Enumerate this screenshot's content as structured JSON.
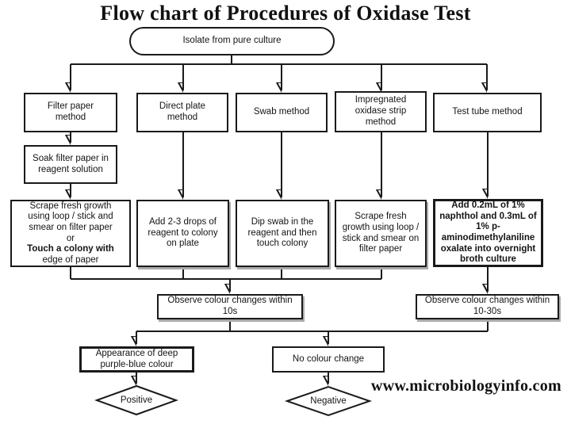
{
  "title": "Flow chart of Procedures of Oxidase Test",
  "watermark": "www.microbiologyinfo.com",
  "colors": {
    "line": "#1a1a1a",
    "background": "#ffffff",
    "shadow": "#ababab"
  },
  "nodes": {
    "start": "Isolate from pure culture",
    "filter_paper_method": "Filter paper\nmethod",
    "direct_plate_method": "Direct plate\nmethod",
    "swab_method": "Swab method",
    "strip_method": "Impregnated\noxidase strip\nmethod",
    "test_tube_method": "Test tube method",
    "soak": "Soak filter paper in\nreagent solution",
    "scrape_filter": {
      "part1": "Scrape fresh growth\nusing loop / stick and\nsmear on filter paper",
      "or": "or",
      "touch": "Touch a colony with",
      "edge": "edge of paper"
    },
    "add_drops": "Add 2-3 drops of\nreagent to colony\non plate",
    "dip_swab": "Dip swab in the\nreagent and then\ntouch colony",
    "scrape_strip": "Scrape fresh\ngrowth using loop /\nstick and smear on\nfilter paper",
    "test_tube_detail": "Add 0.2mL of 1%\nnaphthol and 0.3mL of\n1% p-\naminodimethylaniline\noxalate into overnight\nbroth culture",
    "observe_10s": "Observe colour changes within\n10s",
    "observe_10_30s": "Observe colour changes within\n10-30s",
    "appearance": "Appearance of deep\npurple-blue colour",
    "no_change": "No colour change",
    "positive": "Positive",
    "negative": "Negative"
  }
}
